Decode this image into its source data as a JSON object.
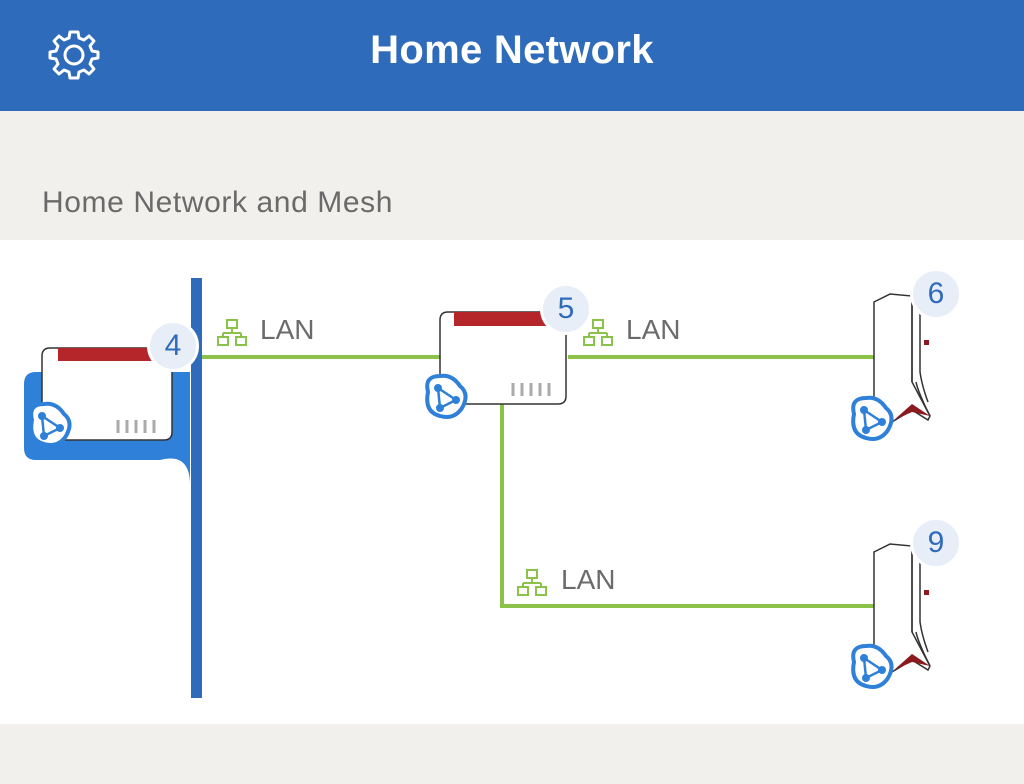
{
  "header": {
    "title": "Home Network",
    "settings_icon": "gear-icon"
  },
  "section": {
    "title": "Home Network and Mesh"
  },
  "colors": {
    "header_bg": "#2f6bbb",
    "link_green": "#8bc34a",
    "mesh_blue": "#2f80d8",
    "device_red": "#b5262a"
  },
  "devices": [
    {
      "id": "4",
      "type": "router",
      "role": "mesh-master",
      "selected": true
    },
    {
      "id": "5",
      "type": "router",
      "role": "mesh-node"
    },
    {
      "id": "6",
      "type": "repeater",
      "role": "mesh-node"
    },
    {
      "id": "9",
      "type": "repeater",
      "role": "mesh-node"
    }
  ],
  "links": [
    {
      "from": "4",
      "to": "5",
      "label": "LAN",
      "icon": "lan-network-icon"
    },
    {
      "from": "5",
      "to": "6",
      "label": "LAN",
      "icon": "lan-network-icon"
    },
    {
      "from": "5",
      "to": "9",
      "label": "LAN",
      "icon": "lan-network-icon"
    }
  ]
}
